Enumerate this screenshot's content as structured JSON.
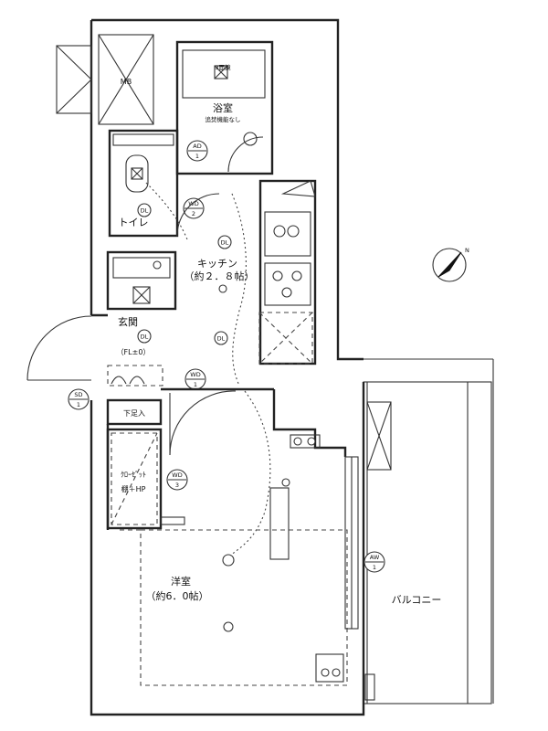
{
  "rooms": {
    "mb": "MB",
    "bath": "浴室",
    "bath_note": "追焚機能なし",
    "toilet": "トイレ",
    "kitchen": "キッチン",
    "kitchen_size": "（約２．８帖）",
    "entrance": "玄関",
    "entrance_level": "（FL±0）",
    "shoe_storage": "下足入",
    "closet_line1": "ｸﾛｰｾﾞｯﾄ",
    "closet_line2": "棚＋HP",
    "western_room": "洋室",
    "western_size": "（約6．0帖）",
    "balcony": "バルコニー"
  },
  "tags": {
    "ad1": "AD",
    "ad1_num": "1",
    "wd2": "WD",
    "wd2_num": "2",
    "wd1": "WD",
    "wd1_num": "1",
    "wd3": "WD",
    "wd3_num": "3",
    "sd1": "SD",
    "sd1_num": "1",
    "aw1": "AW",
    "aw1_num": "1"
  },
  "fixtures": {
    "downlight": "DL",
    "bath_bay": "3面鏡"
  },
  "compass": {
    "label": "N"
  }
}
